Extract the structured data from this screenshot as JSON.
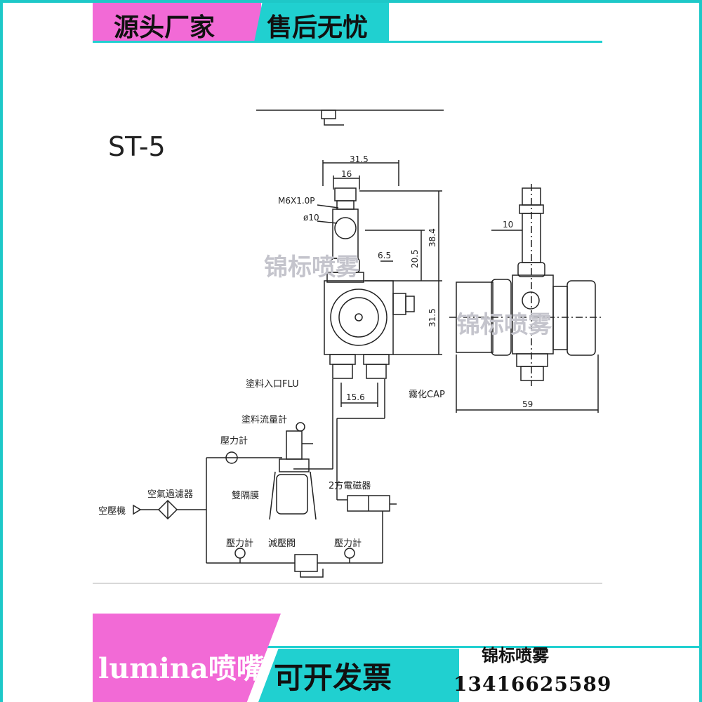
{
  "banners": {
    "top_left": "源头厂家",
    "top_right": "售后无忧",
    "bottom_left": "lumina喷嘴",
    "bottom_middle": "可开发票",
    "bottom_right_title": "锦标喷雾",
    "bottom_right_phone": "13416625589"
  },
  "diagram": {
    "model": "ST-5",
    "watermark": "锦标喷雾",
    "dimensions": {
      "width_total": "31.5",
      "width_top": "16",
      "thread": "M6X1.0P",
      "diameter": "ø10",
      "height_total": "38.4",
      "height_upper": "20.5",
      "small_offset": "6.5",
      "height_body": "31.5",
      "port_spacing": "15.6",
      "side_width": "59",
      "side_dim_10": "10"
    },
    "ports": {
      "fluid_inlet": "塗料入口FLU",
      "atomizing": "霧化CAP"
    },
    "components": {
      "flow_meter": "塗料流量計",
      "pressure_gauge_top": "壓力計",
      "air_filter": "空氣過濾器",
      "compressor": "空壓機",
      "diaphragm": "雙隔膜",
      "solenoid": "2方電磁器",
      "pressure_gauge_left": "壓力計",
      "regulator": "減壓閥",
      "pressure_gauge_right": "壓力計"
    }
  }
}
